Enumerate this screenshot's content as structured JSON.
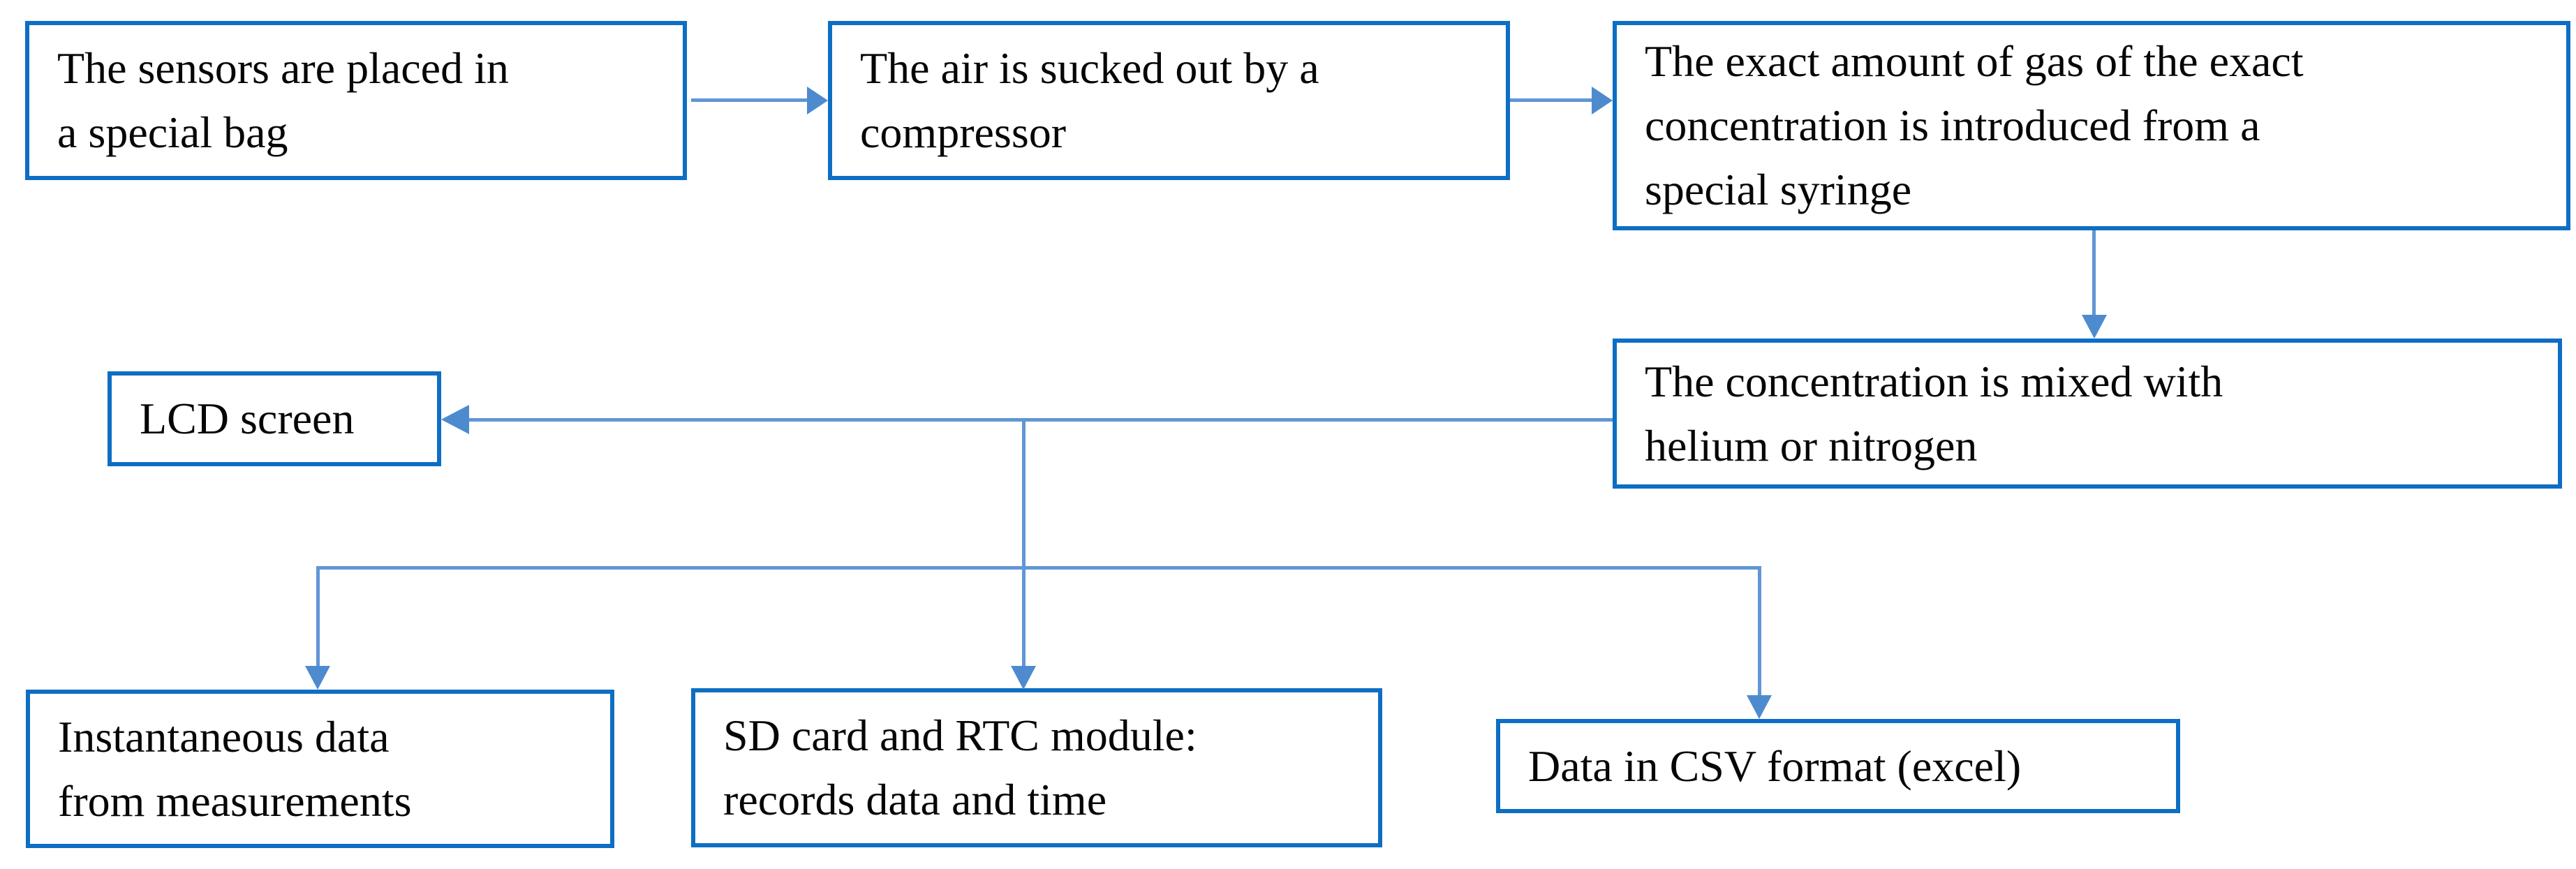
{
  "diagram": {
    "type": "flowchart",
    "nodes": {
      "sensors_bag": {
        "label": "The sensors are placed in a special bag",
        "lines": [
          "The sensors are placed in",
          "a special bag"
        ]
      },
      "compressor": {
        "label": "The air is sucked out by a compressor",
        "lines": [
          "The air is sucked out by a",
          "compressor"
        ]
      },
      "syringe": {
        "label": "The exact amount of gas of the exact concentration is introduced from a special syringe",
        "lines": [
          "The exact amount of gas of the exact",
          "concentration is introduced from a",
          "special syringe"
        ]
      },
      "mixing": {
        "label": "The concentration is mixed with helium or nitrogen",
        "lines": [
          "The concentration is mixed with",
          "helium or nitrogen"
        ]
      },
      "lcd": {
        "label": "LCD screen",
        "lines": [
          "LCD screen"
        ]
      },
      "instantaneous": {
        "label": "Instantaneous data from measurements",
        "lines": [
          "Instantaneous data",
          "from measurements"
        ]
      },
      "sdcard": {
        "label": "SD card and RTC module: records data and time",
        "lines": [
          "SD card and RTC module:",
          "records data and time"
        ]
      },
      "csv": {
        "label": "Data in CSV format (excel)",
        "lines": [
          "Data in CSV format (excel)"
        ]
      }
    },
    "edges": [
      {
        "from": "sensors_bag",
        "to": "compressor"
      },
      {
        "from": "compressor",
        "to": "syringe"
      },
      {
        "from": "syringe",
        "to": "mixing"
      },
      {
        "from": "mixing",
        "to": "lcd"
      },
      {
        "from": "mixing",
        "to": "instantaneous"
      },
      {
        "from": "mixing",
        "to": "sdcard"
      },
      {
        "from": "mixing",
        "to": "csv"
      }
    ]
  },
  "colors": {
    "box_border": "#0d6ec4",
    "connector": "#6096d6",
    "arrowhead": "#4e8bce",
    "text": "#060606",
    "background": "#ffffff"
  }
}
